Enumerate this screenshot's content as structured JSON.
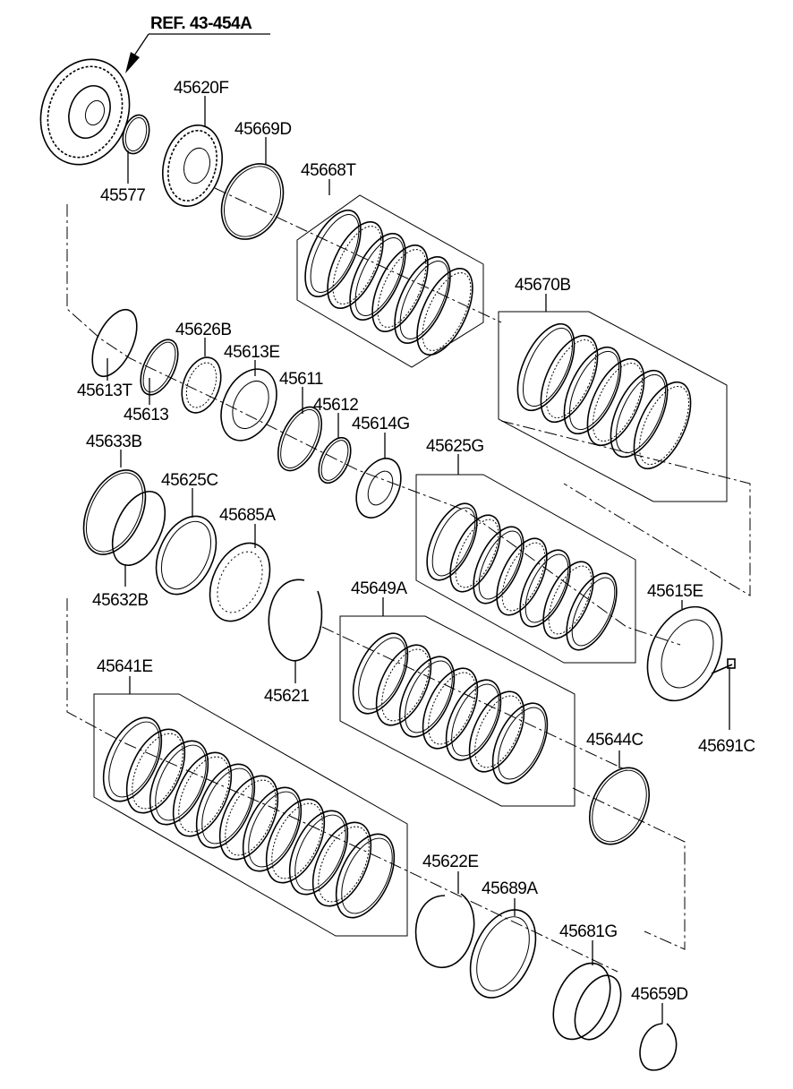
{
  "diagram": {
    "reference": "REF. 43-454A",
    "labels": [
      {
        "id": "45620F",
        "text": "45620F"
      },
      {
        "id": "45669D",
        "text": "45669D"
      },
      {
        "id": "45577",
        "text": "45577"
      },
      {
        "id": "45668T",
        "text": "45668T"
      },
      {
        "id": "45670B",
        "text": "45670B"
      },
      {
        "id": "45626B",
        "text": "45626B"
      },
      {
        "id": "45613E",
        "text": "45613E"
      },
      {
        "id": "45611",
        "text": "45611"
      },
      {
        "id": "45612",
        "text": "45612"
      },
      {
        "id": "45614G",
        "text": "45614G"
      },
      {
        "id": "45613T",
        "text": "45613T"
      },
      {
        "id": "45613",
        "text": "45613"
      },
      {
        "id": "45633B",
        "text": "45633B"
      },
      {
        "id": "45625C",
        "text": "45625C"
      },
      {
        "id": "45685A",
        "text": "45685A"
      },
      {
        "id": "45625G",
        "text": "45625G"
      },
      {
        "id": "45632B",
        "text": "45632B"
      },
      {
        "id": "45649A",
        "text": "45649A"
      },
      {
        "id": "45615E",
        "text": "45615E"
      },
      {
        "id": "45641E",
        "text": "45641E"
      },
      {
        "id": "45621",
        "text": "45621"
      },
      {
        "id": "45644C",
        "text": "45644C"
      },
      {
        "id": "45691C",
        "text": "45691C"
      },
      {
        "id": "45622E",
        "text": "45622E"
      },
      {
        "id": "45689A",
        "text": "45689A"
      },
      {
        "id": "45681G",
        "text": "45681G"
      },
      {
        "id": "45659D",
        "text": "45659D"
      }
    ]
  }
}
